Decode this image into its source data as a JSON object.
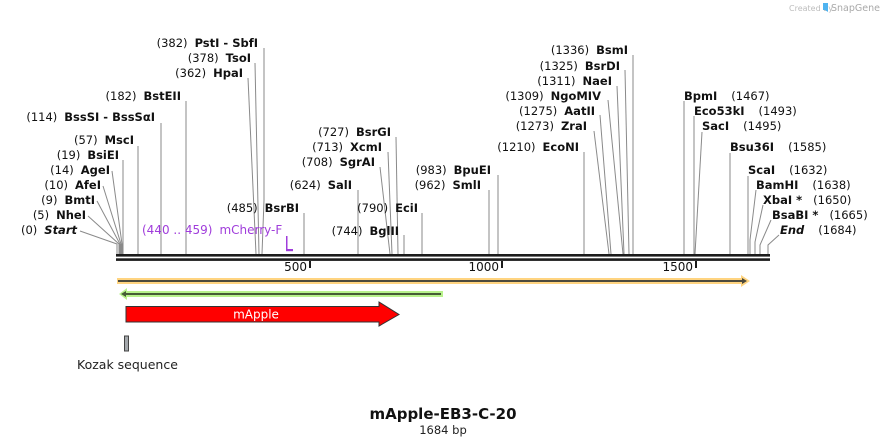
{
  "watermark": {
    "created_by": "Created by",
    "brand": "SnapGene"
  },
  "map": {
    "name": "mApple-EB3-C-20",
    "length": "1684 bp"
  },
  "ruler": {
    "ticks": [
      {
        "label": "500"
      },
      {
        "label": "1000"
      },
      {
        "label": "1500"
      }
    ]
  },
  "sites": [
    {
      "pos": "(0)",
      "name": "Start"
    },
    {
      "pos": "(5)",
      "name": "NheI"
    },
    {
      "pos": "(9)",
      "name": "BmtI"
    },
    {
      "pos": "(10)",
      "name": "AfeI"
    },
    {
      "pos": "(14)",
      "name": "AgeI"
    },
    {
      "pos": "(19)",
      "name": "BsiEI"
    },
    {
      "pos": "(57)",
      "name": "MscI"
    },
    {
      "pos": "(114)",
      "name": "BssSI  - BssSαI"
    },
    {
      "pos": "(182)",
      "name": "BstEII"
    },
    {
      "pos": "(362)",
      "name": "HpaI"
    },
    {
      "pos": "(378)",
      "name": "TsoI"
    },
    {
      "pos": "(382)",
      "name": "PstI  - SbfI"
    },
    {
      "pos": "(485)",
      "name": "BsrBI"
    },
    {
      "pos": "(624)",
      "name": "SalI"
    },
    {
      "pos": "(708)",
      "name": "SgrAI"
    },
    {
      "pos": "(713)",
      "name": "XcmI"
    },
    {
      "pos": "(727)",
      "name": "BsrGI"
    },
    {
      "pos": "(744)",
      "name": "BglII"
    },
    {
      "pos": "(790)",
      "name": "EciI"
    },
    {
      "pos": "(962)",
      "name": "SmlI"
    },
    {
      "pos": "(983)",
      "name": "BpuEI"
    },
    {
      "pos": "(1210)",
      "name": "EcoNI"
    },
    {
      "pos": "(1273)",
      "name": "ZraI"
    },
    {
      "pos": "(1275)",
      "name": "AatII"
    },
    {
      "pos": "(1309)",
      "name": "NgoMIV"
    },
    {
      "pos": "(1311)",
      "name": "NaeI"
    },
    {
      "pos": "(1325)",
      "name": "BsrDI"
    },
    {
      "pos": "(1336)",
      "name": "BsmI"
    },
    {
      "pos": "(1467)",
      "name": "BpmI"
    },
    {
      "pos": "(1493)",
      "name": "Eco53kI"
    },
    {
      "pos": "(1495)",
      "name": "SacI"
    },
    {
      "pos": "(1585)",
      "name": "Bsu36I"
    },
    {
      "pos": "(1632)",
      "name": "ScaI"
    },
    {
      "pos": "(1638)",
      "name": "BamHI"
    },
    {
      "pos": "(1650)",
      "name": "XbaI *"
    },
    {
      "pos": "(1665)",
      "name": "BsaBI *"
    },
    {
      "pos": "(1684)",
      "name": "End"
    }
  ],
  "primer": {
    "range": "(440 .. 459)",
    "name": "mCherry-F"
  },
  "features": {
    "mapple": "mApple",
    "kozak": "Kozak sequence"
  },
  "colors": {
    "primer": "#a03ddb",
    "mapple": "#ff0000",
    "orange_feature": "#ffd480",
    "green_feature": "#b8f28c",
    "kozak": "#a4a8ac"
  }
}
